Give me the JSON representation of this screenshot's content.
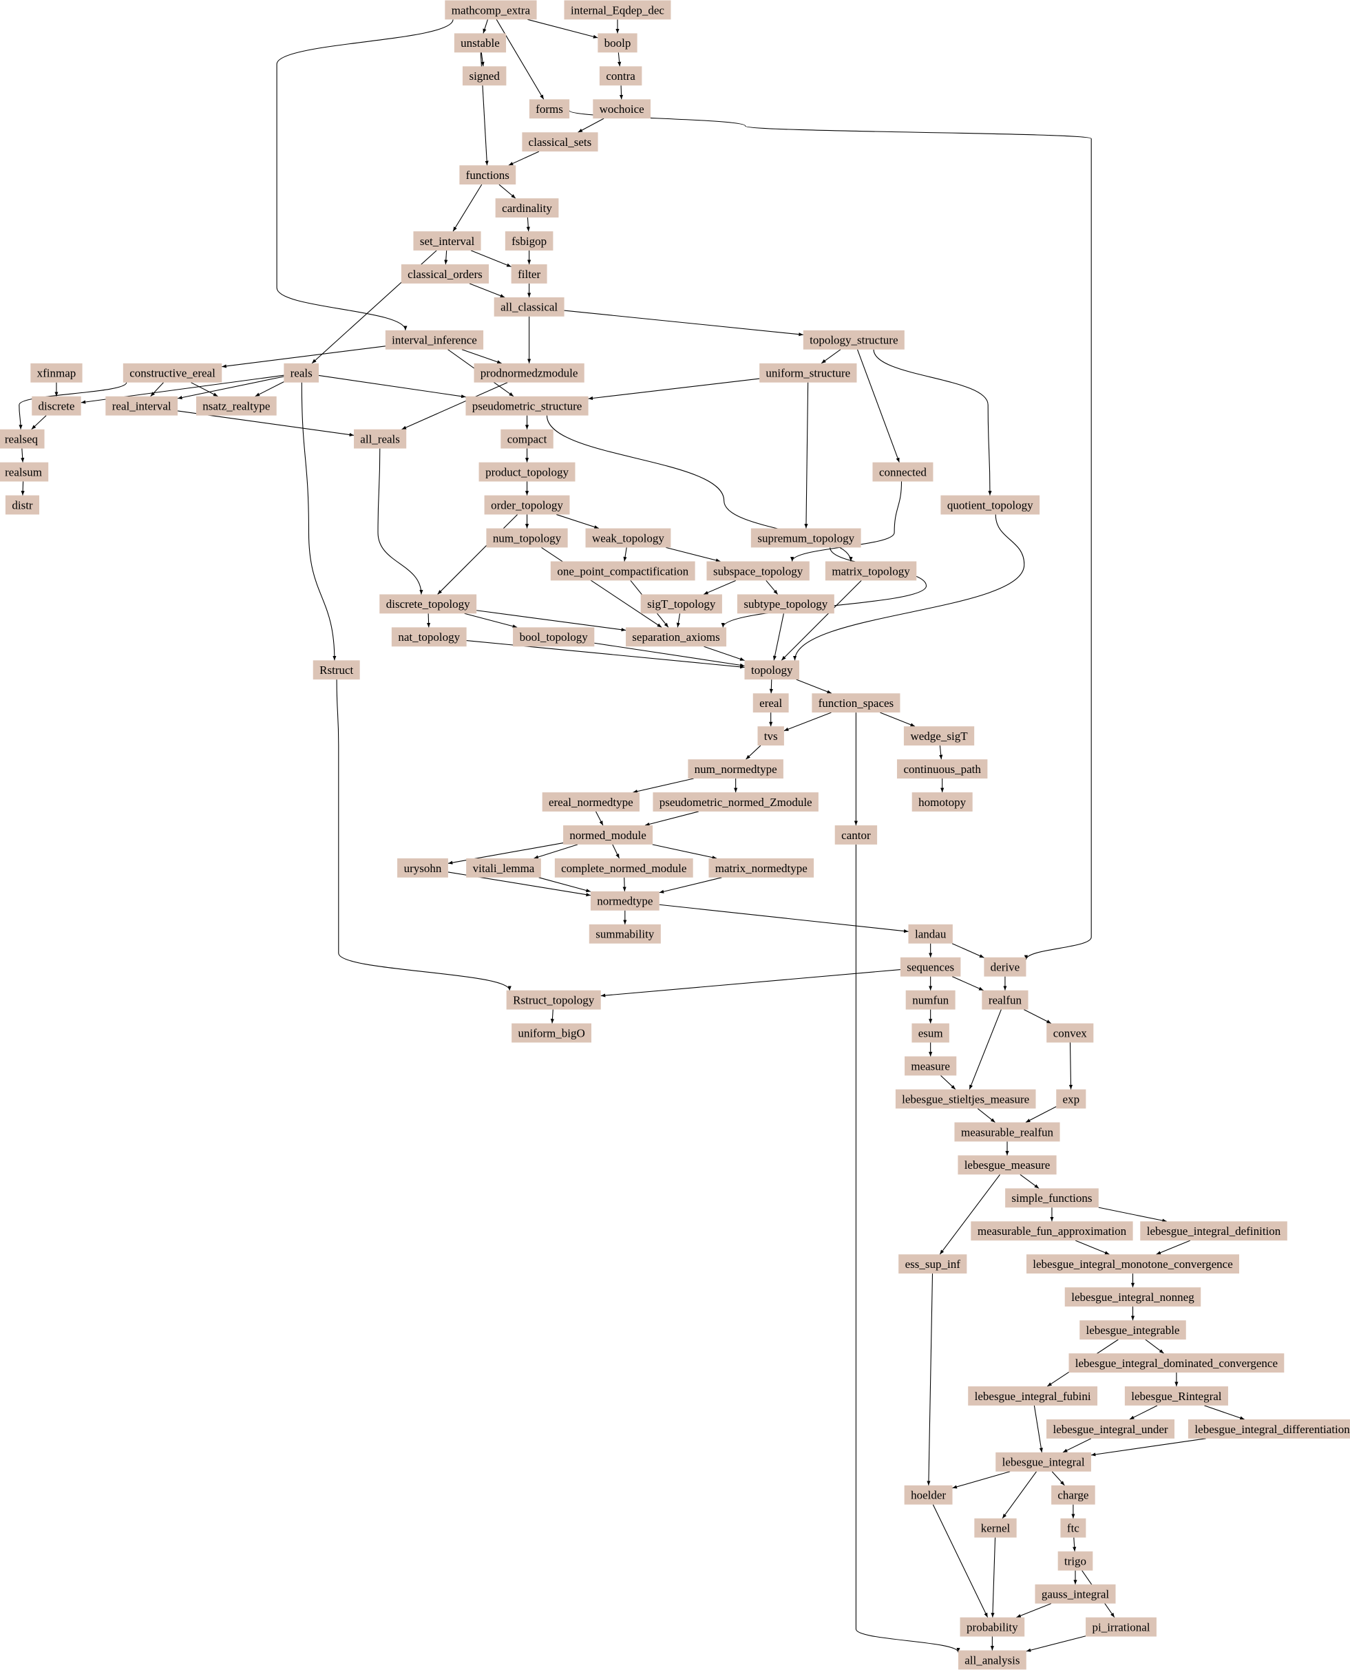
{
  "title": "analysis dependency graph",
  "colors": {
    "node_fill": "#dcc4b6",
    "edge": "#000000"
  },
  "nodes": [
    "mathcomp_extra",
    "internal_Eqdep_dec",
    "unstable",
    "boolp",
    "signed",
    "contra",
    "forms",
    "wochoice",
    "classical_sets",
    "functions",
    "cardinality",
    "set_interval",
    "fsbigop",
    "classical_orders",
    "filter",
    "all_classical",
    "interval_inference",
    "topology_structure",
    "xfinmap",
    "constructive_ereal",
    "reals",
    "prodnormedzmodule",
    "uniform_structure",
    "discrete",
    "real_interval",
    "nsatz_realtype",
    "pseudometric_structure",
    "realseq",
    "all_reals",
    "compact",
    "realsum",
    "product_topology",
    "connected",
    "distr",
    "order_topology",
    "quotient_topology",
    "num_topology",
    "weak_topology",
    "supremum_topology",
    "one_point_compactification",
    "subspace_topology",
    "matrix_topology",
    "discrete_topology",
    "sigT_topology",
    "subtype_topology",
    "nat_topology",
    "bool_topology",
    "separation_axioms",
    "Rstruct",
    "topology",
    "ereal",
    "function_spaces",
    "tvs",
    "wedge_sigT",
    "num_normedtype",
    "continuous_path",
    "ereal_normedtype",
    "pseudometric_normed_Zmodule",
    "homotopy",
    "normed_module",
    "cantor",
    "urysohn",
    "vitali_lemma",
    "complete_normed_module",
    "matrix_normedtype",
    "normedtype",
    "summability",
    "landau",
    "sequences",
    "derive",
    "Rstruct_topology",
    "numfun",
    "realfun",
    "uniform_bigO",
    "esum",
    "convex",
    "measure",
    "lebesgue_stieltjes_measure",
    "exp",
    "measurable_realfun",
    "lebesgue_measure",
    "simple_functions",
    "measurable_fun_approximation",
    "lebesgue_integral_definition",
    "ess_sup_inf",
    "lebesgue_integral_monotone_convergence",
    "lebesgue_integral_nonneg",
    "lebesgue_integrable",
    "lebesgue_integral_dominated_convergence",
    "lebesgue_integral_fubini",
    "lebesgue_Rintegral",
    "lebesgue_integral_under",
    "lebesgue_integral_differentiation",
    "lebesgue_integral",
    "hoelder",
    "charge",
    "kernel",
    "ftc",
    "trigo",
    "gauss_integral",
    "probability",
    "pi_irrational",
    "all_analysis"
  ],
  "edges": [
    [
      "mathcomp_extra",
      "unstable"
    ],
    [
      "mathcomp_extra",
      "boolp"
    ],
    [
      "mathcomp_extra",
      "forms"
    ],
    [
      "mathcomp_extra",
      "interval_inference"
    ],
    [
      "internal_Eqdep_dec",
      "boolp"
    ],
    [
      "unstable",
      "signed"
    ],
    [
      "unstable",
      "functions"
    ],
    [
      "boolp",
      "contra"
    ],
    [
      "contra",
      "wochoice"
    ],
    [
      "wochoice",
      "classical_sets"
    ],
    [
      "forms",
      "derive"
    ],
    [
      "classical_sets",
      "functions"
    ],
    [
      "functions",
      "cardinality"
    ],
    [
      "functions",
      "set_interval"
    ],
    [
      "cardinality",
      "fsbigop"
    ],
    [
      "fsbigop",
      "filter"
    ],
    [
      "set_interval",
      "classical_orders"
    ],
    [
      "set_interval",
      "filter"
    ],
    [
      "set_interval",
      "reals"
    ],
    [
      "classical_orders",
      "all_classical"
    ],
    [
      "filter",
      "all_classical"
    ],
    [
      "all_classical",
      "prodnormedzmodule"
    ],
    [
      "all_classical",
      "topology_structure"
    ],
    [
      "interval_inference",
      "constructive_ereal"
    ],
    [
      "interval_inference",
      "prodnormedzmodule"
    ],
    [
      "interval_inference",
      "pseudometric_structure"
    ],
    [
      "topology_structure",
      "uniform_structure"
    ],
    [
      "topology_structure",
      "connected"
    ],
    [
      "topology_structure",
      "quotient_topology"
    ],
    [
      "xfinmap",
      "discrete"
    ],
    [
      "constructive_ereal",
      "realseq"
    ],
    [
      "constructive_ereal",
      "real_interval"
    ],
    [
      "constructive_ereal",
      "nsatz_realtype"
    ],
    [
      "reals",
      "discrete"
    ],
    [
      "reals",
      "real_interval"
    ],
    [
      "reals",
      "nsatz_realtype"
    ],
    [
      "reals",
      "pseudometric_structure"
    ],
    [
      "reals",
      "Rstruct"
    ],
    [
      "prodnormedzmodule",
      "all_reals"
    ],
    [
      "uniform_structure",
      "pseudometric_structure"
    ],
    [
      "uniform_structure",
      "supremum_topology"
    ],
    [
      "discrete",
      "realseq"
    ],
    [
      "real_interval",
      "all_reals"
    ],
    [
      "pseudometric_structure",
      "compact"
    ],
    [
      "pseudometric_structure",
      "matrix_topology"
    ],
    [
      "realseq",
      "realsum"
    ],
    [
      "realsum",
      "distr"
    ],
    [
      "all_reals",
      "discrete_topology"
    ],
    [
      "compact",
      "product_topology"
    ],
    [
      "product_topology",
      "order_topology"
    ],
    [
      "connected",
      "subspace_topology"
    ],
    [
      "order_topology",
      "num_topology"
    ],
    [
      "order_topology",
      "weak_topology"
    ],
    [
      "order_topology",
      "discrete_topology"
    ],
    [
      "quotient_topology",
      "topology"
    ],
    [
      "num_topology",
      "separation_axioms"
    ],
    [
      "weak_topology",
      "one_point_compactification"
    ],
    [
      "weak_topology",
      "subspace_topology"
    ],
    [
      "supremum_topology",
      "separation_axioms"
    ],
    [
      "one_point_compactification",
      "separation_axioms"
    ],
    [
      "subspace_topology",
      "sigT_topology"
    ],
    [
      "subspace_topology",
      "subtype_topology"
    ],
    [
      "matrix_topology",
      "topology"
    ],
    [
      "discrete_topology",
      "nat_topology"
    ],
    [
      "discrete_topology",
      "bool_topology"
    ],
    [
      "discrete_topology",
      "separation_axioms"
    ],
    [
      "sigT_topology",
      "separation_axioms"
    ],
    [
      "subtype_topology",
      "topology"
    ],
    [
      "nat_topology",
      "topology"
    ],
    [
      "bool_topology",
      "topology"
    ],
    [
      "separation_axioms",
      "topology"
    ],
    [
      "Rstruct",
      "Rstruct_topology"
    ],
    [
      "topology",
      "ereal"
    ],
    [
      "topology",
      "function_spaces"
    ],
    [
      "ereal",
      "tvs"
    ],
    [
      "function_spaces",
      "tvs"
    ],
    [
      "function_spaces",
      "wedge_sigT"
    ],
    [
      "function_spaces",
      "cantor"
    ],
    [
      "tvs",
      "num_normedtype"
    ],
    [
      "wedge_sigT",
      "continuous_path"
    ],
    [
      "continuous_path",
      "homotopy"
    ],
    [
      "num_normedtype",
      "ereal_normedtype"
    ],
    [
      "num_normedtype",
      "pseudometric_normed_Zmodule"
    ],
    [
      "ereal_normedtype",
      "normed_module"
    ],
    [
      "pseudometric_normed_Zmodule",
      "normed_module"
    ],
    [
      "normed_module",
      "urysohn"
    ],
    [
      "normed_module",
      "vitali_lemma"
    ],
    [
      "normed_module",
      "complete_normed_module"
    ],
    [
      "normed_module",
      "matrix_normedtype"
    ],
    [
      "urysohn",
      "normedtype"
    ],
    [
      "vitali_lemma",
      "normedtype"
    ],
    [
      "complete_normed_module",
      "normedtype"
    ],
    [
      "matrix_normedtype",
      "normedtype"
    ],
    [
      "normedtype",
      "summability"
    ],
    [
      "normedtype",
      "landau"
    ],
    [
      "landau",
      "sequences"
    ],
    [
      "landau",
      "derive"
    ],
    [
      "sequences",
      "Rstruct_topology"
    ],
    [
      "sequences",
      "numfun"
    ],
    [
      "sequences",
      "realfun"
    ],
    [
      "derive",
      "realfun"
    ],
    [
      "Rstruct_topology",
      "uniform_bigO"
    ],
    [
      "numfun",
      "esum"
    ],
    [
      "esum",
      "measure"
    ],
    [
      "measure",
      "lebesgue_stieltjes_measure"
    ],
    [
      "realfun",
      "lebesgue_stieltjes_measure"
    ],
    [
      "realfun",
      "convex"
    ],
    [
      "convex",
      "exp"
    ],
    [
      "lebesgue_stieltjes_measure",
      "measurable_realfun"
    ],
    [
      "exp",
      "measurable_realfun"
    ],
    [
      "measurable_realfun",
      "lebesgue_measure"
    ],
    [
      "lebesgue_measure",
      "simple_functions"
    ],
    [
      "lebesgue_measure",
      "ess_sup_inf"
    ],
    [
      "simple_functions",
      "measurable_fun_approximation"
    ],
    [
      "simple_functions",
      "lebesgue_integral_definition"
    ],
    [
      "measurable_fun_approximation",
      "lebesgue_integral_monotone_convergence"
    ],
    [
      "lebesgue_integral_definition",
      "lebesgue_integral_monotone_convergence"
    ],
    [
      "lebesgue_integral_monotone_convergence",
      "lebesgue_integral_nonneg"
    ],
    [
      "lebesgue_integral_nonneg",
      "lebesgue_integrable"
    ],
    [
      "lebesgue_integrable",
      "lebesgue_integral_dominated_convergence"
    ],
    [
      "lebesgue_integrable",
      "lebesgue_integral_fubini"
    ],
    [
      "lebesgue_integral_dominated_convergence",
      "lebesgue_Rintegral"
    ],
    [
      "lebesgue_Rintegral",
      "lebesgue_integral_under"
    ],
    [
      "lebesgue_Rintegral",
      "lebesgue_integral_differentiation"
    ],
    [
      "lebesgue_integral_fubini",
      "lebesgue_integral"
    ],
    [
      "lebesgue_integral_under",
      "lebesgue_integral"
    ],
    [
      "lebesgue_integral_differentiation",
      "lebesgue_integral"
    ],
    [
      "ess_sup_inf",
      "hoelder"
    ],
    [
      "lebesgue_integral",
      "hoelder"
    ],
    [
      "lebesgue_integral",
      "kernel"
    ],
    [
      "lebesgue_integral",
      "charge"
    ],
    [
      "charge",
      "ftc"
    ],
    [
      "ftc",
      "trigo"
    ],
    [
      "trigo",
      "gauss_integral"
    ],
    [
      "trigo",
      "pi_irrational"
    ],
    [
      "hoelder",
      "probability"
    ],
    [
      "kernel",
      "probability"
    ],
    [
      "gauss_integral",
      "probability"
    ],
    [
      "probability",
      "all_analysis"
    ],
    [
      "pi_irrational",
      "all_analysis"
    ],
    [
      "cantor",
      "all_analysis"
    ]
  ]
}
